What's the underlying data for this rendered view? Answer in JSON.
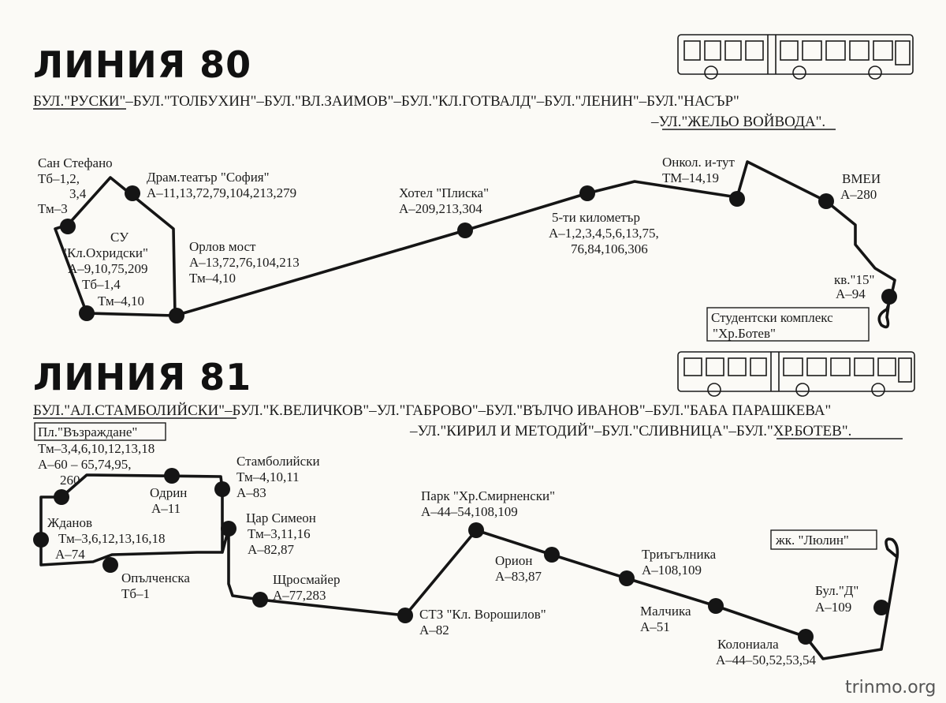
{
  "watermark": "trinmo.org",
  "line80": {
    "title": "ЛИНИЯ 80",
    "streets_row1": "БУЛ.\"РУСКИ\"–БУЛ.\"ТОЛБУХИН\"–БУЛ.\"ВЛ.ЗАИМОВ\"–БУЛ.\"КЛ.ГОТВАЛД\"–БУЛ.\"ЛЕНИН\"–БУЛ.\"НАСЪР\"",
    "streets_row2": "–УЛ.\"ЖЕЛЬО ВОЙВОДА\".",
    "stops": [
      {
        "name": "Сан Стефано",
        "lines": [
          "Тб–1,2,",
          "3,4",
          "Тм–3"
        ]
      },
      {
        "name": "Драм.театър \"София\"",
        "lines": [
          "А–11,13,72,79,104,213,279"
        ]
      },
      {
        "name": "СУ",
        "lines": [
          "\"Кл.Охридски\"",
          "А–9,10,75,209",
          "Тб–1,4",
          "Тм–4,10"
        ]
      },
      {
        "name": "Орлов мост",
        "lines": [
          "А–13,72,76,104,213",
          "Тм–4,10"
        ]
      },
      {
        "name": "Хотел \"Плиска\"",
        "lines": [
          "А–209,213,304"
        ]
      },
      {
        "name": "5-ти километър",
        "lines": [
          "А–1,2,3,4,5,6,13,75,",
          "76,84,106,306"
        ]
      },
      {
        "name": "Онкол. и-тут",
        "lines": [
          "ТМ–14,19"
        ]
      },
      {
        "name": "ВМЕИ",
        "lines": [
          "А–280"
        ]
      },
      {
        "name": "кв.\"15\"",
        "lines": [
          "А–94"
        ]
      }
    ],
    "terminus": [
      "Студентски комплекс",
      "\"Хр.Ботев\""
    ]
  },
  "line81": {
    "title": "ЛИНИЯ 81",
    "streets_row1": "БУЛ.\"АЛ.СТАМБОЛИЙСКИ\"–БУЛ.\"К.ВЕЛИЧКОВ\"–УЛ.\"ГАБРОВО\"–БУЛ.\"ВЪЛЧО ИВАНОВ\"–БУЛ.\"БАБА ПАРАШКЕВА\"",
    "streets_row2": "–УЛ.\"КИРИЛ И МЕТОДИЙ\"–БУЛ.\"СЛИВНИЦА\"–БУЛ.\"ХР.БОТЕВ\".",
    "start_box": "Пл.\"Възраждане\"",
    "start_lines": [
      "Тм–3,4,6,10,12,13,18",
      "А–60 – 65,74,95,",
      "260"
    ],
    "stops": [
      {
        "name": "Одрин",
        "lines": [
          "А–11"
        ]
      },
      {
        "name": "Стамболийски",
        "lines": [
          "Тм–4,10,11",
          "А–83"
        ]
      },
      {
        "name": "Цар Симеон",
        "lines": [
          "Тм–3,11,16",
          "А–82,87"
        ]
      },
      {
        "name": "Жданов",
        "lines": [
          "Тм–3,6,12,13,16,18",
          "А–74"
        ]
      },
      {
        "name": "Опълченска",
        "lines": [
          "Тб–1"
        ]
      },
      {
        "name": "Щросмайер",
        "lines": [
          "А–77,283"
        ]
      },
      {
        "name": "СТЗ \"Кл. Ворошилов\"",
        "lines": [
          "А–82"
        ]
      },
      {
        "name": "Парк \"Хр.Смирненски\"",
        "lines": [
          "А–44–54,108,109"
        ]
      },
      {
        "name": "Орион",
        "lines": [
          "А–83,87"
        ]
      },
      {
        "name": "Триъгълника",
        "lines": [
          "А–108,109"
        ]
      },
      {
        "name": "Малчика",
        "lines": [
          "А–51"
        ]
      },
      {
        "name": "Колониала",
        "lines": [
          "А–44–50,52,53,54"
        ]
      },
      {
        "name": "Бул.\"Д\"",
        "lines": [
          "А–109"
        ]
      }
    ],
    "terminus": "жк. \"Люлин\""
  }
}
